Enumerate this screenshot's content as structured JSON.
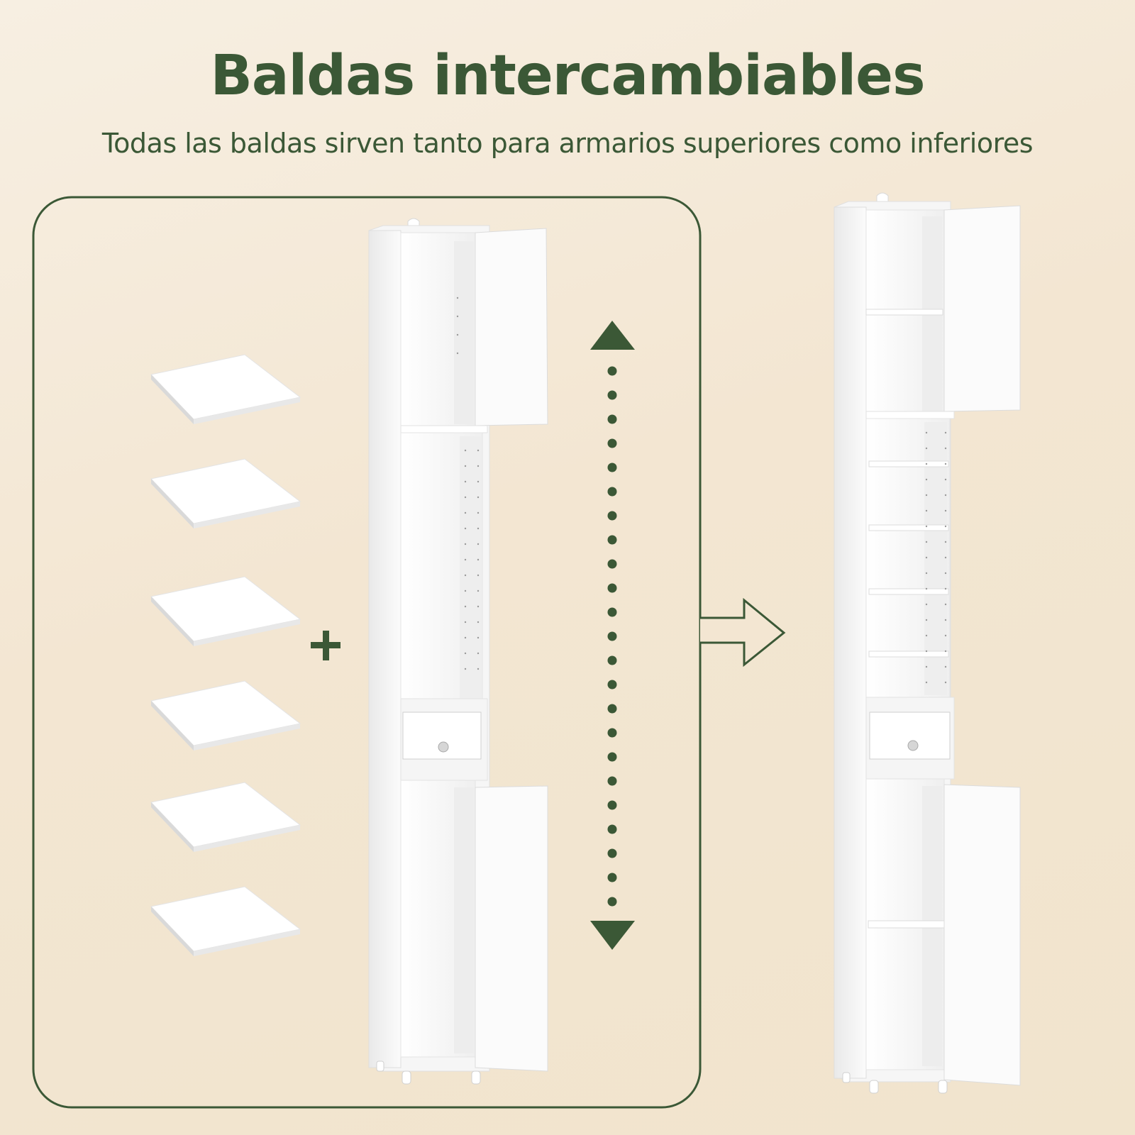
{
  "header": {
    "title": "Baldas intercambiables",
    "subtitle": "Todas las baldas sirven tanto para armarios superiores como inferiores"
  },
  "colors": {
    "accent_green": "#3b5836",
    "background": "#f3e6d2",
    "furniture_white": "#ffffff"
  },
  "loose_shelves": {
    "count": 6
  },
  "symbols": {
    "plus": "plus-icon",
    "vertical_adjust": "double-headed-dotted-arrow-icon",
    "result_arrow": "right-arrow-icon"
  }
}
